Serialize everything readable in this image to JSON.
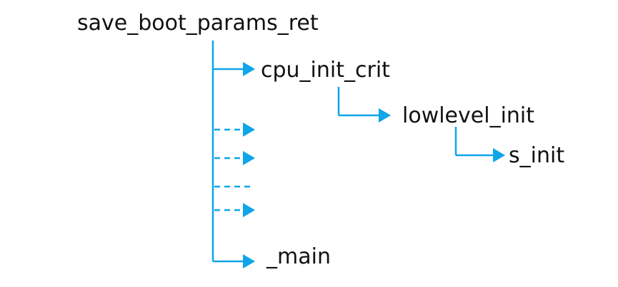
{
  "diagram": {
    "accent_color": "#0ea5e9",
    "nodes": {
      "root": "save_boot_params_ret",
      "cpu_init_crit": "cpu_init_crit",
      "lowlevel_init": "lowlevel_init",
      "s_init": "s_init",
      "main": "_main"
    },
    "edges": [
      {
        "from": "save_boot_params_ret",
        "to": "cpu_init_crit",
        "style": "solid"
      },
      {
        "from": "cpu_init_crit",
        "to": "lowlevel_init",
        "style": "solid"
      },
      {
        "from": "lowlevel_init",
        "to": "s_init",
        "style": "solid"
      },
      {
        "from": "save_boot_params_ret",
        "to": "",
        "style": "dashed"
      },
      {
        "from": "save_boot_params_ret",
        "to": "",
        "style": "dashed"
      },
      {
        "from": "save_boot_params_ret",
        "to": "",
        "style": "dashed",
        "arrow": false
      },
      {
        "from": "save_boot_params_ret",
        "to": "",
        "style": "dashed"
      },
      {
        "from": "save_boot_params_ret",
        "to": "_main",
        "style": "solid"
      }
    ]
  }
}
